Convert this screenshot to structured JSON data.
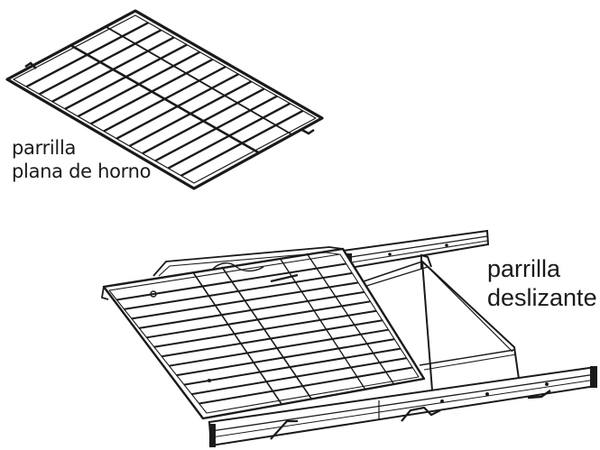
{
  "labels": {
    "flat_rack": {
      "line1": "parrilla",
      "line2": "plana de horno"
    },
    "sliding_rack": {
      "line1": "parrilla",
      "line2": "deslizante"
    }
  },
  "colors": {
    "line": "#1a1a1a",
    "fill": "#ffffff"
  }
}
